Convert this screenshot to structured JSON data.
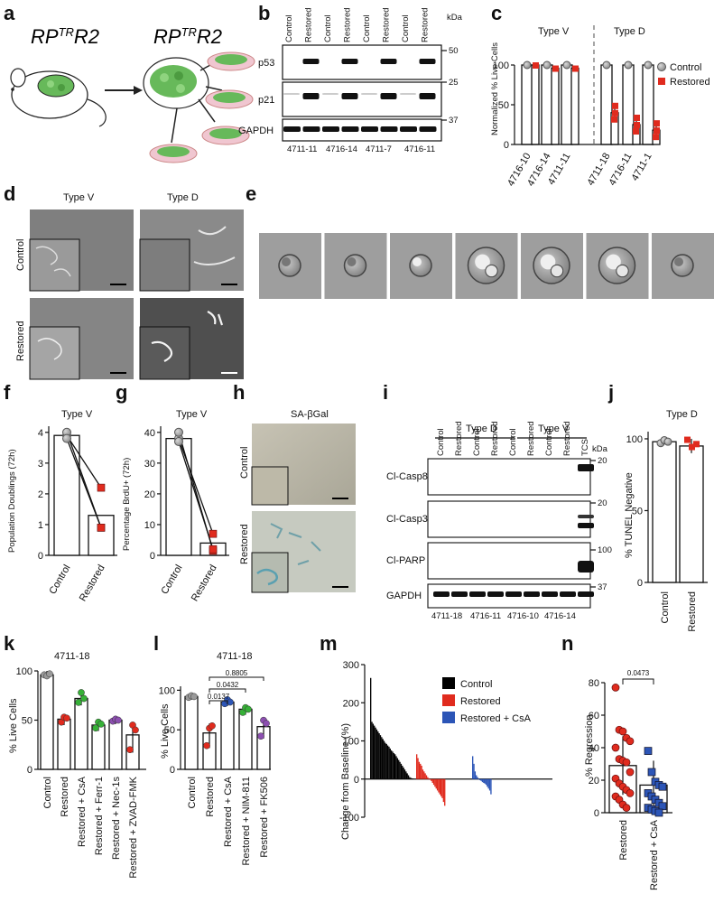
{
  "colors": {
    "control": "#9a9a9a",
    "restored": "#e02b1e",
    "csa": "#2c55b7",
    "green": "#36b037",
    "purple": "#8c4fb0",
    "black": "#000000",
    "cell_green": "#67b95a",
    "pink": "#f0c6d0"
  },
  "panel_labels": [
    "a",
    "b",
    "c",
    "d",
    "e",
    "f",
    "g",
    "h",
    "i",
    "j",
    "k",
    "l",
    "m",
    "n"
  ],
  "panel_a": {
    "title_left": "RP",
    "title_sup": "TR",
    "title_end": "R2",
    "title_right": "RP",
    "title_right_sup": "TR",
    "title_right_end": "R2"
  },
  "panel_b": {
    "kda": "kDa",
    "lane_labels": [
      "Control",
      "Restored",
      "Control",
      "Restored",
      "Control",
      "Restored",
      "Control",
      "Restored"
    ],
    "rows": [
      "p53",
      "p21",
      "GAPDH"
    ],
    "markers": [
      "50",
      "25",
      "37"
    ],
    "samples": [
      "4711-11",
      "4716-14",
      "4711-7",
      "4716-11"
    ]
  },
  "panel_c": {
    "ylabel": "Normalized % Live Cells",
    "group_left": "Type V",
    "group_right": "Type D",
    "yticks": [
      "0",
      "50",
      "100"
    ],
    "legend": [
      "Control",
      "Restored"
    ],
    "categories": [
      "4716-10",
      "4716-14",
      "4711-11",
      "4711-18",
      "4716-11",
      "4711-1"
    ]
  },
  "panel_d": {
    "col_left": "Type V",
    "col_right": "Type D",
    "row_top": "Control",
    "row_bottom": "Restored"
  },
  "panel_f": {
    "ylabel": "Population Doublings (72h)",
    "title": "Type V",
    "yticks": [
      "0",
      "1",
      "2",
      "3",
      "4"
    ],
    "categories": [
      "Control",
      "Restored"
    ]
  },
  "panel_g": {
    "ylabel": "Percentage BrdU+ (72h)",
    "title": "Type V",
    "yticks": [
      "0",
      "10",
      "20",
      "30",
      "40"
    ],
    "categories": [
      "Control",
      "Restored"
    ]
  },
  "panel_h": {
    "title": "SA-βGal",
    "row_top": "Control",
    "row_bottom": "Restored"
  },
  "panel_i": {
    "group_left": "Type D",
    "group_right": "Type V",
    "kda": "kDa",
    "lane_labels": [
      "Control",
      "Restored",
      "Control",
      "Restored",
      "Control",
      "Restored",
      "Control",
      "Restored",
      "TCS"
    ],
    "rows": [
      "Cl-Casp8",
      "Cl-Casp3",
      "Cl-PARP",
      "GAPDH"
    ],
    "markers": [
      "20",
      "20",
      "100",
      "37"
    ],
    "samples": [
      "4711-18",
      "4716-11",
      "4716-10",
      "4716-14"
    ]
  },
  "panel_j": {
    "title": "Type D",
    "ylabel": "% TUNEL Negative",
    "yticks": [
      "0",
      "50",
      "100"
    ],
    "categories": [
      "Control",
      "Restored"
    ]
  },
  "panel_k": {
    "title": "4711-18",
    "ylabel": "% Live Cells",
    "yticks": [
      "0",
      "50",
      "100"
    ],
    "categories": [
      "Control",
      "Restored",
      "Restored + CsA",
      "Restored + Ferr-1",
      "Restored + Nec-1s",
      "Restored + ZVAD-FMK"
    ]
  },
  "panel_l": {
    "title": "4711-18",
    "ylabel": "% Live Cells",
    "yticks": [
      "0",
      "50",
      "100"
    ],
    "categories": [
      "Control",
      "Restored",
      "Restored + CsA",
      "Restored + NIM-811",
      "Restored + FK506"
    ],
    "pvalues": [
      "0.0137",
      "0.0432",
      "0.8805"
    ]
  },
  "panel_m": {
    "ylabel": "Change from Baseline (%)",
    "yticks": [
      "-100",
      "0",
      "100",
      "200",
      "300"
    ],
    "legend": [
      "Control",
      "Restored",
      "Restored + CsA"
    ]
  },
  "panel_n": {
    "ylabel": "% Regression",
    "yticks": [
      "0",
      "20",
      "40",
      "60",
      "80"
    ],
    "categories": [
      "Restored",
      "Restored + CsA"
    ],
    "pvalue": "0.0473"
  },
  "chart_data": [
    {
      "type": "bar",
      "panel": "c",
      "categories": [
        "4716-10",
        "4716-14",
        "4711-11",
        "4711-18",
        "4716-11",
        "4711-1"
      ],
      "series": [
        {
          "name": "Control",
          "values": [
            100,
            100,
            100,
            100,
            100,
            100
          ]
        },
        {
          "name": "Restored",
          "values": [
            100,
            96,
            96,
            40,
            25,
            18
          ]
        }
      ],
      "ylim": [
        0,
        100
      ]
    },
    {
      "type": "bar",
      "panel": "f",
      "categories": [
        "Control",
        "Restored"
      ],
      "values": [
        3.9,
        1.3
      ],
      "ylim": [
        0,
        4.2
      ]
    },
    {
      "type": "bar",
      "panel": "g",
      "categories": [
        "Control",
        "Restored"
      ],
      "values": [
        38,
        4
      ],
      "ylim": [
        0,
        42
      ]
    },
    {
      "type": "bar",
      "panel": "j",
      "categories": [
        "Control",
        "Restored"
      ],
      "values": [
        98,
        95
      ],
      "ylim": [
        0,
        105
      ]
    },
    {
      "type": "bar",
      "panel": "k",
      "categories": [
        "Control",
        "Restored",
        "Restored + CsA",
        "Restored + Ferr-1",
        "Restored + Nec-1s",
        "Restored + ZVAD-FMK"
      ],
      "values": [
        96,
        51,
        72,
        45,
        50,
        35
      ],
      "ylim": [
        0,
        100
      ]
    },
    {
      "type": "bar",
      "panel": "l",
      "categories": [
        "Control",
        "Restored",
        "Restored + CsA",
        "Restored + NIM-811",
        "Restored + FK506"
      ],
      "values": [
        92,
        46,
        85,
        76,
        54
      ],
      "ylim": [
        0,
        105
      ]
    },
    {
      "type": "bar",
      "panel": "m",
      "series": [
        {
          "name": "Control",
          "values": [
            265,
            150,
            145,
            140,
            135,
            130,
            125,
            120,
            115,
            110,
            105,
            100,
            95,
            92,
            88,
            85,
            80,
            75,
            72,
            68,
            65,
            60,
            55,
            50,
            45,
            40,
            35,
            30,
            25,
            20,
            15,
            10,
            5,
            3,
            2,
            1
          ]
        },
        {
          "name": "Restored",
          "values": [
            65,
            55,
            45,
            40,
            35,
            25,
            20,
            15,
            10,
            5,
            2,
            -2,
            -5,
            -10,
            -15,
            -20,
            -25,
            -30,
            -35,
            -40,
            -45,
            -50,
            -60,
            -70
          ]
        },
        {
          "name": "Restored + CsA",
          "values": [
            60,
            40,
            20,
            10,
            5,
            0,
            -3,
            -5,
            -8,
            -10,
            -12,
            -15,
            -20,
            -25,
            -30,
            -40
          ]
        }
      ],
      "ylim": [
        -100,
        300
      ]
    },
    {
      "type": "bar",
      "panel": "n",
      "categories": [
        "Restored",
        "Restored + CsA"
      ],
      "values": [
        29,
        17
      ],
      "ylim": [
        0,
        80
      ]
    }
  ]
}
